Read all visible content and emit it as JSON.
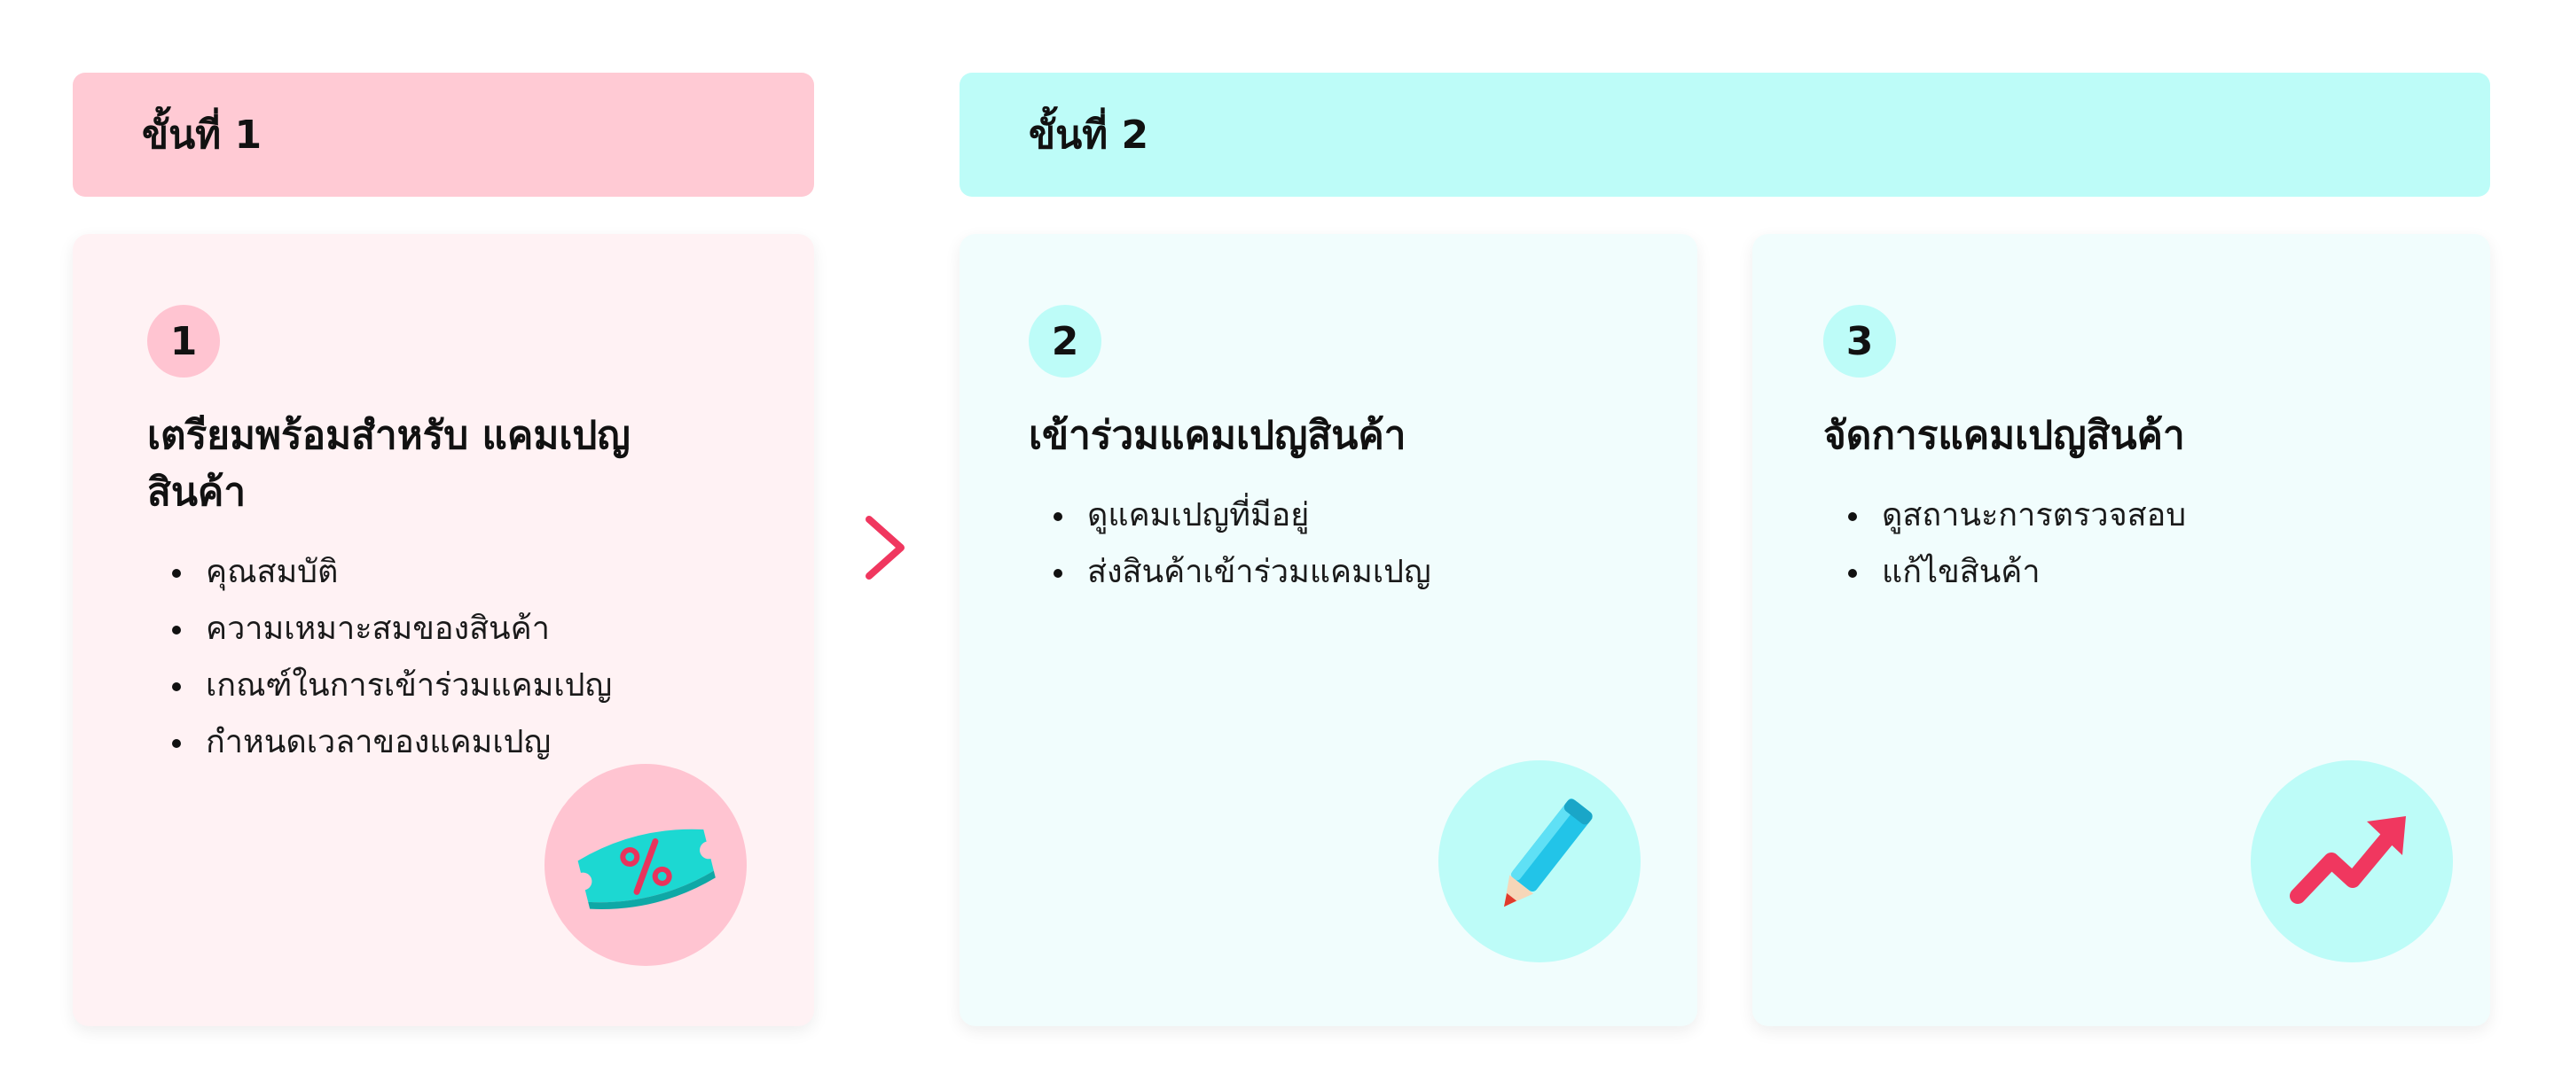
{
  "phases": [
    {
      "label": "ขั้นที่ 1"
    },
    {
      "label": "ขั้นที่ 2"
    }
  ],
  "steps": [
    {
      "number": "1",
      "title": "เตรียมพร้อมสำหรับ แคมเปญสินค้า",
      "bullets": [
        "คุณสมบัติ",
        "ความเหมาะสมของสินค้า",
        "เกณฑ์ในการเข้าร่วมแคมเปญ",
        "กำหนดเวลาของแคมเปญ"
      ],
      "icon": "discount-ticket-icon"
    },
    {
      "number": "2",
      "title": "เข้าร่วมแคมเปญสินค้า",
      "bullets": [
        "ดูแคมเปญที่มีอยู่",
        "ส่งสินค้าเข้าร่วมแคมเปญ"
      ],
      "icon": "pencil-icon"
    },
    {
      "number": "3",
      "title": "จัดการแคมเปญสินค้า",
      "bullets": [
        "ดูสถานะการตรวจสอบ",
        "แก้ไขสินค้า"
      ],
      "icon": "trend-up-arrow-icon"
    }
  ],
  "colors": {
    "phase1": "#ffcad4",
    "phase2": "#bdfcf8",
    "accent": "#f0375f"
  },
  "arrow_icon": "chevron-right-icon"
}
